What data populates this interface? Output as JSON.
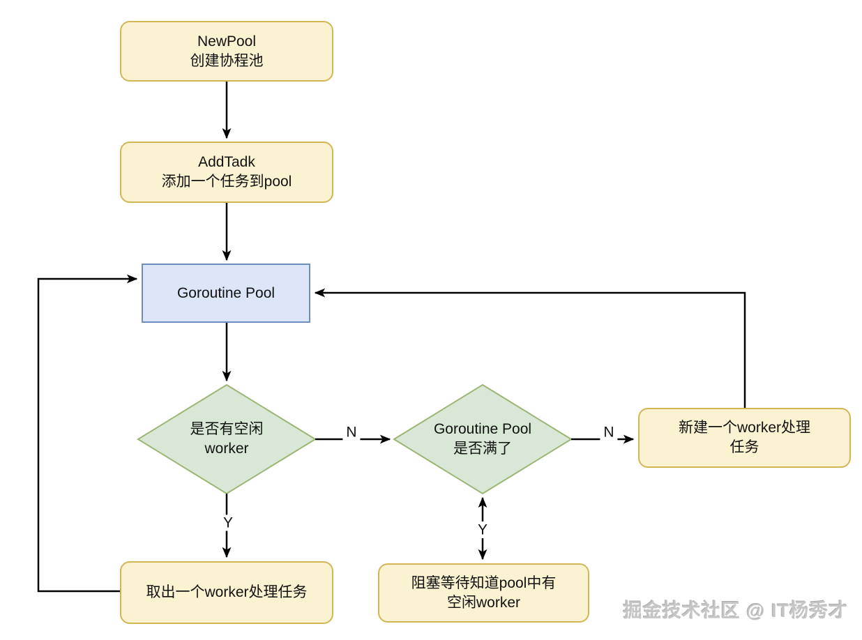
{
  "page": {
    "background": "#ffffff",
    "watermark": "掘金技术社区 @ IT杨秀才"
  },
  "colors": {
    "page_bg": "#ffffff",
    "yellow_fill": "#FBF2D2",
    "yellow_border": "#D2B656",
    "blue_fill": "#DCE6F8",
    "blue_border": "#6C8EBF",
    "green_fill": "#D9E8D6",
    "green_border": "#9BB573",
    "line": "#000000",
    "text": "#111111",
    "watermark_color": "#c5c5c5"
  },
  "nodes": {
    "new_pool": {
      "line1": "NewPool",
      "line2": "创建协程池"
    },
    "add_task": {
      "line1": "AddTadk",
      "line2": "添加一个任务到pool"
    },
    "goroutine_pool": {
      "label": "Goroutine Pool"
    },
    "idle_worker_decision": {
      "line1": "是否有空闲",
      "line2": "worker"
    },
    "pool_full_decision": {
      "line1": "Goroutine Pool",
      "line2": "是否满了"
    },
    "new_worker": {
      "line1": "新建一个worker处理",
      "line2": "任务"
    },
    "take_worker": {
      "label": "取出一个worker处理任务"
    },
    "block_wait": {
      "line1": "阻塞等待知道pool中有",
      "line2": "空闲worker"
    }
  },
  "edges": {
    "idle_no_label": "N",
    "full_no_label": "N",
    "idle_yes_label": "Y",
    "full_yes_label": "Y"
  }
}
